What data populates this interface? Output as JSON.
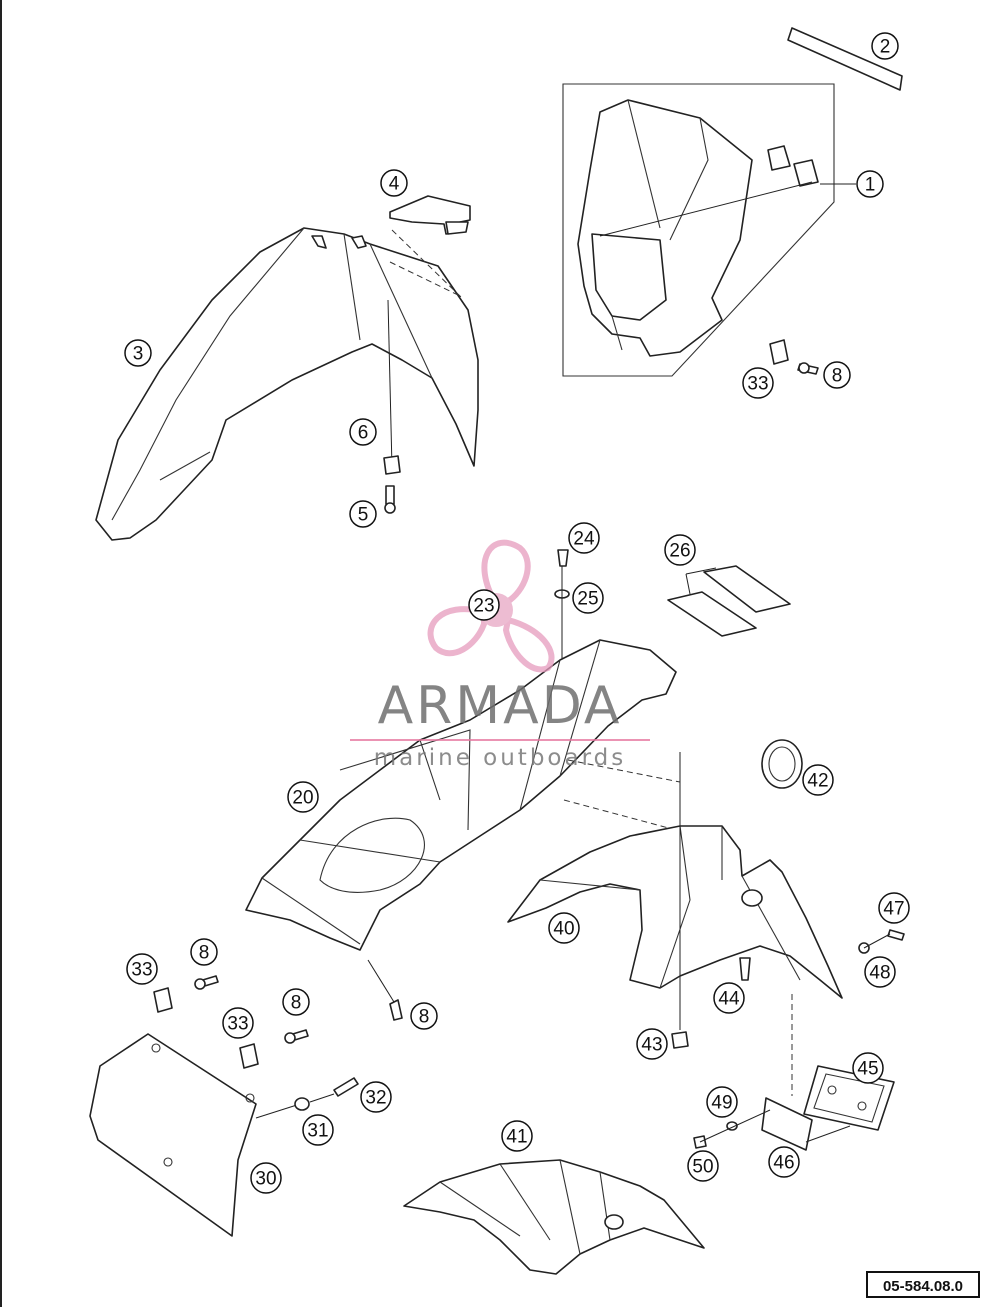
{
  "document_ref": "05-584.08.0",
  "watermark": {
    "brand": "ARMADA",
    "tagline": "marine outboards"
  },
  "callouts": [
    {
      "id": "c1",
      "label": "1"
    },
    {
      "id": "c2",
      "label": "2"
    },
    {
      "id": "c3",
      "label": "3"
    },
    {
      "id": "c4",
      "label": "4"
    },
    {
      "id": "c5",
      "label": "5"
    },
    {
      "id": "c6",
      "label": "6"
    },
    {
      "id": "c8a",
      "label": "8"
    },
    {
      "id": "c33a",
      "label": "33"
    },
    {
      "id": "c24",
      "label": "24"
    },
    {
      "id": "c25",
      "label": "25"
    },
    {
      "id": "c23",
      "label": "23"
    },
    {
      "id": "c26",
      "label": "26"
    },
    {
      "id": "c20",
      "label": "20"
    },
    {
      "id": "c42",
      "label": "42"
    },
    {
      "id": "c40",
      "label": "40"
    },
    {
      "id": "c47",
      "label": "47"
    },
    {
      "id": "c48",
      "label": "48"
    },
    {
      "id": "c44",
      "label": "44"
    },
    {
      "id": "c43",
      "label": "43"
    },
    {
      "id": "c45",
      "label": "45"
    },
    {
      "id": "c49",
      "label": "49"
    },
    {
      "id": "c46",
      "label": "46"
    },
    {
      "id": "c50",
      "label": "50"
    },
    {
      "id": "c41",
      "label": "41"
    },
    {
      "id": "c8b",
      "label": "8"
    },
    {
      "id": "c33b",
      "label": "33"
    },
    {
      "id": "c8c",
      "label": "8"
    },
    {
      "id": "c33c",
      "label": "33"
    },
    {
      "id": "c8d",
      "label": "8"
    },
    {
      "id": "c32",
      "label": "32"
    },
    {
      "id": "c31",
      "label": "31"
    },
    {
      "id": "c30",
      "label": "30"
    }
  ]
}
